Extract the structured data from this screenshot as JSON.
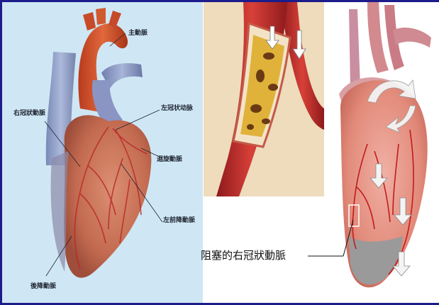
{
  "left_panel": {
    "labels": {
      "aorta": "主動脈",
      "right_coronary": "右冠狀動脈",
      "left_coronary": "左冠状动脉",
      "circumflex": "迴旋動脈",
      "left_anterior_descending": "左前降動脈",
      "posterior_descending": "後降動脈"
    }
  },
  "right_panel": {
    "callout": "阻塞的右冠狀動脈"
  },
  "colors": {
    "frame": "#1c1c8c",
    "left_background": "#cfe7f5",
    "heart_muscle": "#c8735a",
    "artery": "#b8292a",
    "plaque": "#e0b23a"
  }
}
